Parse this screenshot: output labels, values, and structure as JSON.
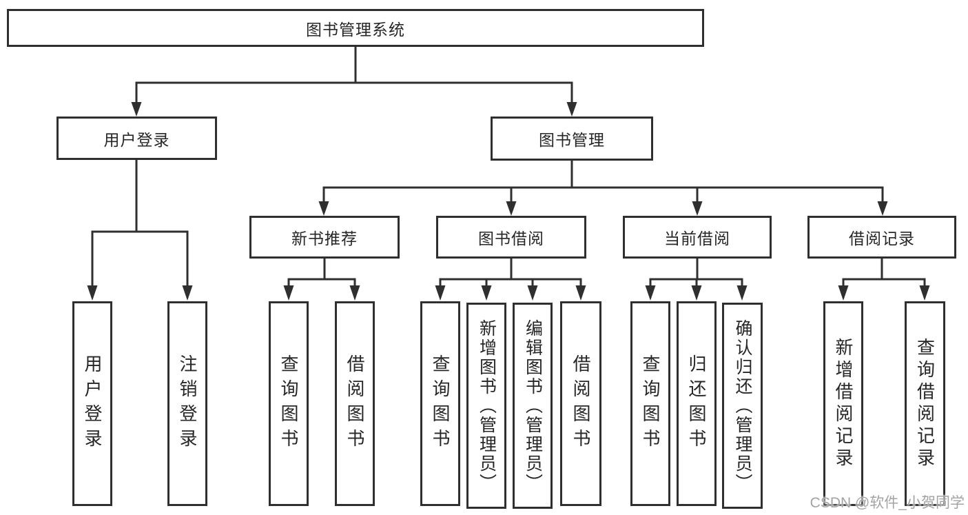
{
  "diagram": {
    "title": "图书管理系统",
    "watermark": "CSDN @软件_小贺同学",
    "colors": {
      "line": "#2f2f2f",
      "text": "#262626",
      "background": "#ffffff",
      "watermark": "#9e9e9e"
    },
    "nodes": {
      "root": "图书管理系统",
      "level2": [
        {
          "label": "用户登录"
        },
        {
          "label": "图书管理"
        }
      ],
      "level3": [
        {
          "label": "新书推荐"
        },
        {
          "label": "图书借阅"
        },
        {
          "label": "当前借阅"
        },
        {
          "label": "借阅记录"
        }
      ],
      "leaves": {
        "user_login": [
          "用户登录",
          "注销登录"
        ],
        "new_book": [
          "查询图书",
          "借阅图书"
        ],
        "book_borrow": [
          "查询图书",
          "新增图书（管理员）",
          "编辑图书（管理员）",
          "借阅图书"
        ],
        "current_borrow": [
          "查询图书",
          "归还图书",
          "确认归还（管理员）"
        ],
        "borrow_records": [
          "新增借阅记录",
          "查询借阅记录"
        ]
      }
    }
  }
}
